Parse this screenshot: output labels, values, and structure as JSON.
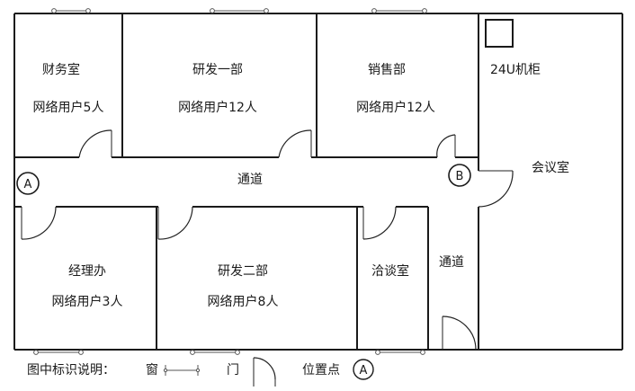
{
  "rooms": {
    "finance": {
      "name": "财务室",
      "users": "网络用户5人"
    },
    "rd1": {
      "name": "研发一部",
      "users": "网络用户12人"
    },
    "sales": {
      "name": "销售部",
      "users": "网络用户12人"
    },
    "cabinet": {
      "name": "24U机柜"
    },
    "meeting": {
      "name": "会议室"
    },
    "corridor_main": {
      "name": "通道"
    },
    "manager": {
      "name": "经理办",
      "users": "网络用户3人"
    },
    "rd2": {
      "name": "研发二部",
      "users": "网络用户8人"
    },
    "negotiation": {
      "name": "洽谈室"
    },
    "corridor_side": {
      "name": "通道"
    }
  },
  "points": {
    "a": "A",
    "b": "B"
  },
  "legend": {
    "title": "图中标识说明：",
    "window": "窗",
    "door": "门",
    "point": "位置点",
    "point_symbol": "A"
  }
}
